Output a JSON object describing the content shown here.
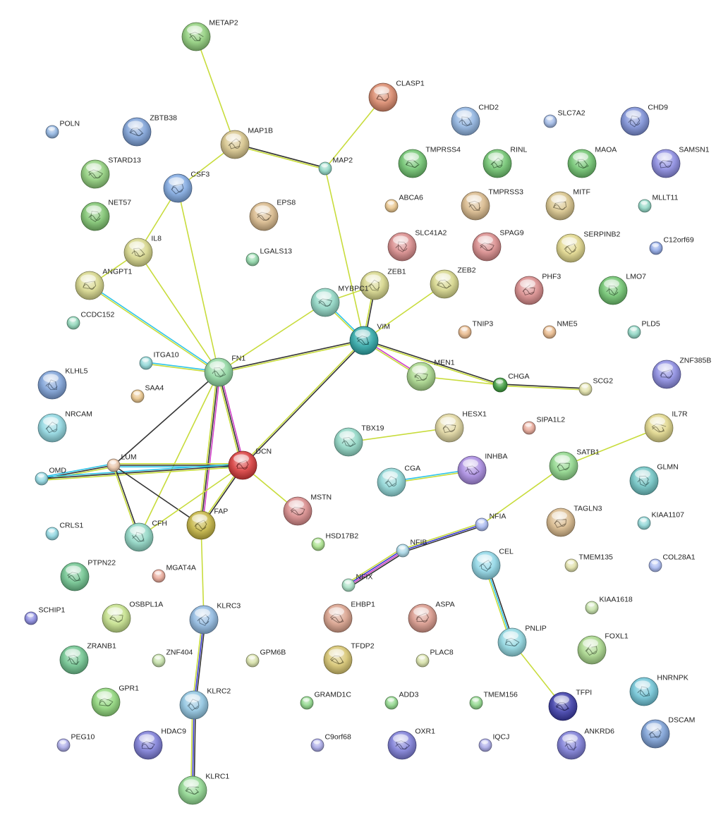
{
  "nodes": [
    {
      "id": "METAP2",
      "label": "METAP2",
      "color": "#8fce7a",
      "size": "large",
      "structure": true
    },
    {
      "id": "CLASP1",
      "label": "CLASP1",
      "color": "#d9886a",
      "size": "large",
      "structure": true
    },
    {
      "id": "POLN",
      "label": "POLN",
      "color": "#8fb3e0",
      "size": "small",
      "structure": false
    },
    {
      "id": "ZBTB38",
      "label": "ZBTB38",
      "color": "#7b9fd6",
      "size": "large",
      "structure": true
    },
    {
      "id": "MAP1B",
      "label": "MAP1B",
      "color": "#d6c48a",
      "size": "large",
      "structure": true
    },
    {
      "id": "CHD2",
      "label": "CHD2",
      "color": "#8fb3e0",
      "size": "large",
      "structure": true
    },
    {
      "id": "SLC7A2",
      "label": "SLC7A2",
      "color": "#9fb8e6",
      "size": "small",
      "structure": false
    },
    {
      "id": "CHD9",
      "label": "CHD9",
      "color": "#7b8fd6",
      "size": "large",
      "structure": true
    },
    {
      "id": "STARD13",
      "label": "STARD13",
      "color": "#8fce7a",
      "size": "large",
      "structure": true
    },
    {
      "id": "CSF3",
      "label": "CSF3",
      "color": "#7fa8e0",
      "size": "large",
      "structure": true
    },
    {
      "id": "MAP2",
      "label": "MAP2",
      "color": "#8fd6c4",
      "size": "small",
      "structure": false
    },
    {
      "id": "TMPRSS4",
      "label": "TMPRSS4",
      "color": "#6fc46f",
      "size": "large",
      "structure": true
    },
    {
      "id": "RINL",
      "label": "RINL",
      "color": "#6fc46f",
      "size": "large",
      "structure": true
    },
    {
      "id": "MAOA",
      "label": "MAOA",
      "color": "#6fc46f",
      "size": "large",
      "structure": true
    },
    {
      "id": "SAMSN1",
      "label": "SAMSN1",
      "color": "#8a8ae0",
      "size": "large",
      "structure": true
    },
    {
      "id": "NET57",
      "label": "NET57",
      "color": "#7ec46f",
      "size": "large",
      "structure": true
    },
    {
      "id": "EPS8",
      "label": "EPS8",
      "color": "#d8b88a",
      "size": "large",
      "structure": true
    },
    {
      "id": "ABCA6",
      "label": "ABCA6",
      "color": "#e8c48a",
      "size": "small",
      "structure": false
    },
    {
      "id": "TMPRSS3",
      "label": "TMPRSS3",
      "color": "#d8b88a",
      "size": "large",
      "structure": true
    },
    {
      "id": "MITF",
      "label": "MITF",
      "color": "#d8c48a",
      "size": "large",
      "structure": true
    },
    {
      "id": "MLLT11",
      "label": "MLLT11",
      "color": "#8fd6c4",
      "size": "small",
      "structure": false
    },
    {
      "id": "IL8",
      "label": "IL8",
      "color": "#d6d68a",
      "size": "large",
      "structure": true
    },
    {
      "id": "LGALS13",
      "label": "LGALS13",
      "color": "#8fd6a8",
      "size": "small",
      "structure": false
    },
    {
      "id": "SLC41A2",
      "label": "SLC41A2",
      "color": "#d88a8a",
      "size": "large",
      "structure": true
    },
    {
      "id": "SPAG9",
      "label": "SPAG9",
      "color": "#d88a8a",
      "size": "large",
      "structure": true
    },
    {
      "id": "SERPINB2",
      "label": "SERPINB2",
      "color": "#e0d68a",
      "size": "large",
      "structure": true
    },
    {
      "id": "C12orf69",
      "label": "C12orf69",
      "color": "#8fa8e6",
      "size": "small",
      "structure": false
    },
    {
      "id": "ANGPT1",
      "label": "ANGPT1",
      "color": "#d6d68a",
      "size": "large",
      "structure": true
    },
    {
      "id": "ZEB1",
      "label": "ZEB1",
      "color": "#d6d68a",
      "size": "large",
      "structure": true
    },
    {
      "id": "ZEB2",
      "label": "ZEB2",
      "color": "#d6d68a",
      "size": "large",
      "structure": true
    },
    {
      "id": "PHF3",
      "label": "PHF3",
      "color": "#d88a8a",
      "size": "large",
      "structure": true
    },
    {
      "id": "LMO7",
      "label": "LMO7",
      "color": "#6fc46f",
      "size": "large",
      "structure": true
    },
    {
      "id": "MYBPC1",
      "label": "MYBPC1",
      "color": "#8fd6c4",
      "size": "large",
      "structure": true
    },
    {
      "id": "CCDC152",
      "label": "CCDC152",
      "color": "#8fd6b8",
      "size": "small",
      "structure": false
    },
    {
      "id": "VIM",
      "label": "VIM",
      "color": "#2ea8a8",
      "size": "large",
      "structure": true
    },
    {
      "id": "TNIP3",
      "label": "TNIP3",
      "color": "#e8b88a",
      "size": "small",
      "structure": false
    },
    {
      "id": "NME5",
      "label": "NME5",
      "color": "#e8b88a",
      "size": "small",
      "structure": false
    },
    {
      "id": "PLD5",
      "label": "PLD5",
      "color": "#8fd6c4",
      "size": "small",
      "structure": false
    },
    {
      "id": "ITGA10",
      "label": "ITGA10",
      "color": "#8fd6d6",
      "size": "small",
      "structure": false
    },
    {
      "id": "FN1",
      "label": "FN1",
      "color": "#8fd6a0",
      "size": "large",
      "structure": true
    },
    {
      "id": "MEN1",
      "label": "MEN1",
      "color": "#a8d68a",
      "size": "large",
      "structure": true
    },
    {
      "id": "CHGA",
      "label": "CHGA",
      "color": "#3a9a3a",
      "size": "medium",
      "structure": false
    },
    {
      "id": "SCG2",
      "label": "SCG2",
      "color": "#e0e0a8",
      "size": "small",
      "structure": false
    },
    {
      "id": "ZNF385B",
      "label": "ZNF385B",
      "color": "#8a8ae0",
      "size": "large",
      "structure": true
    },
    {
      "id": "KLHL5",
      "label": "KLHL5",
      "color": "#7b9fd6",
      "size": "large",
      "structure": true
    },
    {
      "id": "SAA4",
      "label": "SAA4",
      "color": "#e8c48a",
      "size": "small",
      "structure": false
    },
    {
      "id": "NRCAM",
      "label": "NRCAM",
      "color": "#8fd6e0",
      "size": "large",
      "structure": true
    },
    {
      "id": "TBX19",
      "label": "TBX19",
      "color": "#8fd6c4",
      "size": "large",
      "structure": true
    },
    {
      "id": "HESX1",
      "label": "HESX1",
      "color": "#e0d6a0",
      "size": "large",
      "structure": true
    },
    {
      "id": "SIPA1L2",
      "label": "SIPA1L2",
      "color": "#e8a898",
      "size": "small",
      "structure": false
    },
    {
      "id": "IL7R",
      "label": "IL7R",
      "color": "#e0d68a",
      "size": "large",
      "structure": true
    },
    {
      "id": "DCN",
      "label": "DCN",
      "color": "#d83a3a",
      "size": "large",
      "structure": true
    },
    {
      "id": "LUM",
      "label": "LUM",
      "color": "#e8c4a8",
      "size": "small",
      "structure": false
    },
    {
      "id": "OMD",
      "label": "OMD",
      "color": "#8fd6e0",
      "size": "small",
      "structure": false
    },
    {
      "id": "CGA",
      "label": "CGA",
      "color": "#8fd6d6",
      "size": "large",
      "structure": true
    },
    {
      "id": "INHBA",
      "label": "INHBA",
      "color": "#a88ae0",
      "size": "large",
      "structure": true
    },
    {
      "id": "SATB1",
      "label": "SATB1",
      "color": "#8fd68a",
      "size": "large",
      "structure": true
    },
    {
      "id": "GLMN",
      "label": "GLMN",
      "color": "#6fc4c4",
      "size": "large",
      "structure": true
    },
    {
      "id": "MSTN",
      "label": "MSTN",
      "color": "#d88a8a",
      "size": "large",
      "structure": true
    },
    {
      "id": "FAP",
      "label": "FAP",
      "color": "#c4b440",
      "size": "large",
      "structure": true
    },
    {
      "id": "CFH",
      "label": "CFH",
      "color": "#8fd6c4",
      "size": "large",
      "structure": true
    },
    {
      "id": "CRLS1",
      "label": "CRLS1",
      "color": "#8fd6e0",
      "size": "small",
      "structure": false
    },
    {
      "id": "HSD17B2",
      "label": "HSD17B2",
      "color": "#a8e08a",
      "size": "small",
      "structure": false
    },
    {
      "id": "NFIA",
      "label": "NFIA",
      "color": "#a8b8f0",
      "size": "small",
      "structure": false
    },
    {
      "id": "TAGLN3",
      "label": "TAGLN3",
      "color": "#d8b88a",
      "size": "large",
      "structure": true
    },
    {
      "id": "KIAA1107",
      "label": "KIAA1107",
      "color": "#8fd6d6",
      "size": "small",
      "structure": false
    },
    {
      "id": "NFIB",
      "label": "NFIB",
      "color": "#a8d6e6",
      "size": "small",
      "structure": false
    },
    {
      "id": "CEL",
      "label": "CEL",
      "color": "#8fd6e6",
      "size": "large",
      "structure": true
    },
    {
      "id": "PTPN22",
      "label": "PTPN22",
      "color": "#6fc48f",
      "size": "large",
      "structure": true
    },
    {
      "id": "MGAT4A",
      "label": "MGAT4A",
      "color": "#e8a898",
      "size": "small",
      "structure": false
    },
    {
      "id": "TMEM135",
      "label": "TMEM135",
      "color": "#e0e0a8",
      "size": "small",
      "structure": false
    },
    {
      "id": "COL28A1",
      "label": "COL28A1",
      "color": "#a8b8f0",
      "size": "small",
      "structure": false
    },
    {
      "id": "NFIX",
      "label": "NFIX",
      "color": "#a8e0c4",
      "size": "small",
      "structure": false
    },
    {
      "id": "SCHIP1",
      "label": "SCHIP1",
      "color": "#8a8ae0",
      "size": "small",
      "structure": false
    },
    {
      "id": "OSBPL1A",
      "label": "OSBPL1A",
      "color": "#c4e08a",
      "size": "large",
      "structure": true
    },
    {
      "id": "KLRC3",
      "label": "KLRC3",
      "color": "#8fb8e0",
      "size": "large",
      "structure": true
    },
    {
      "id": "EHBP1",
      "label": "EHBP1",
      "color": "#d8a08a",
      "size": "large",
      "structure": true
    },
    {
      "id": "ASPA",
      "label": "ASPA",
      "color": "#d8988a",
      "size": "large",
      "structure": true
    },
    {
      "id": "KIAA1618",
      "label": "KIAA1618",
      "color": "#c4e0a8",
      "size": "small",
      "structure": false
    },
    {
      "id": "PNLIP",
      "label": "PNLIP",
      "color": "#8fd6e0",
      "size": "large",
      "structure": true
    },
    {
      "id": "FOXL1",
      "label": "FOXL1",
      "color": "#a8d68a",
      "size": "large",
      "structure": true
    },
    {
      "id": "ZRANB1",
      "label": "ZRANB1",
      "color": "#6fc48f",
      "size": "large",
      "structure": true
    },
    {
      "id": "ZNF404",
      "label": "ZNF404",
      "color": "#c4e0a8",
      "size": "small",
      "structure": false
    },
    {
      "id": "GPM6B",
      "label": "GPM6B",
      "color": "#d6e0a8",
      "size": "small",
      "structure": false
    },
    {
      "id": "TFDP2",
      "label": "TFDP2",
      "color": "#d6c46f",
      "size": "large",
      "structure": true
    },
    {
      "id": "PLAC8",
      "label": "PLAC8",
      "color": "#d6e0a8",
      "size": "small",
      "structure": false
    },
    {
      "id": "HNRNPK",
      "label": "HNRNPK",
      "color": "#6fc4d6",
      "size": "large",
      "structure": true
    },
    {
      "id": "GPR1",
      "label": "GPR1",
      "color": "#8fd67a",
      "size": "large",
      "structure": true
    },
    {
      "id": "KLRC2",
      "label": "KLRC2",
      "color": "#8fc4e0",
      "size": "large",
      "structure": true
    },
    {
      "id": "GRAMD1C",
      "label": "GRAMD1C",
      "color": "#8fd68a",
      "size": "small",
      "structure": false
    },
    {
      "id": "ADD3",
      "label": "ADD3",
      "color": "#8fd68a",
      "size": "small",
      "structure": false
    },
    {
      "id": "TMEM156",
      "label": "TMEM156",
      "color": "#8fd68a",
      "size": "small",
      "structure": false
    },
    {
      "id": "TFPI",
      "label": "TFPI",
      "color": "#3a3aa8",
      "size": "large",
      "structure": true
    },
    {
      "id": "DSCAM",
      "label": "DSCAM",
      "color": "#7b9fd6",
      "size": "large",
      "structure": true
    },
    {
      "id": "PEG10",
      "label": "PEG10",
      "color": "#a8a8e6",
      "size": "small",
      "structure": false
    },
    {
      "id": "HDAC9",
      "label": "HDAC9",
      "color": "#7b7bd6",
      "size": "large",
      "structure": true
    },
    {
      "id": "C9orf68",
      "label": "C9orf68",
      "color": "#a8a8e6",
      "size": "small",
      "structure": false
    },
    {
      "id": "OXR1",
      "label": "OXR1",
      "color": "#7b7bd6",
      "size": "large",
      "structure": true
    },
    {
      "id": "IQCJ",
      "label": "IQCJ",
      "color": "#a8a8e6",
      "size": "small",
      "structure": false
    },
    {
      "id": "ANKRD6",
      "label": "ANKRD6",
      "color": "#7b7bd6",
      "size": "large",
      "structure": true
    },
    {
      "id": "KLRC1",
      "label": "KLRC1",
      "color": "#8fd68f",
      "size": "large",
      "structure": true
    }
  ],
  "edges": [
    {
      "source": "METAP2",
      "target": "MAP1B",
      "evidence": [
        "textmining"
      ]
    },
    {
      "source": "MAP1B",
      "target": "MAP2",
      "evidence": [
        "coexpression",
        "textmining"
      ]
    },
    {
      "source": "CLASP1",
      "target": "MAP2",
      "evidence": [
        "textmining"
      ]
    },
    {
      "source": "MAP1B",
      "target": "CSF3",
      "evidence": [
        "textmining"
      ]
    },
    {
      "source": "MAP2",
      "target": "VIM",
      "evidence": [
        "textmining"
      ]
    },
    {
      "source": "CSF3",
      "target": "IL8",
      "evidence": [
        "textmining"
      ]
    },
    {
      "source": "CSF3",
      "target": "FN1",
      "evidence": [
        "textmining"
      ]
    },
    {
      "source": "IL8",
      "target": "ANGPT1",
      "evidence": [
        "textmining"
      ]
    },
    {
      "source": "IL8",
      "target": "FN1",
      "evidence": [
        "textmining"
      ]
    },
    {
      "source": "ANGPT1",
      "target": "FN1",
      "evidence": [
        "database",
        "textmining"
      ]
    },
    {
      "source": "ITGA10",
      "target": "FN1",
      "evidence": [
        "database",
        "textmining"
      ]
    },
    {
      "source": "FN1",
      "target": "MYBPC1",
      "evidence": [
        "textmining"
      ]
    },
    {
      "source": "FN1",
      "target": "VIM",
      "evidence": [
        "coexpression",
        "textmining"
      ]
    },
    {
      "source": "MYBPC1",
      "target": "ZEB1",
      "evidence": [
        "textmining"
      ]
    },
    {
      "source": "MYBPC1",
      "target": "VIM",
      "evidence": [
        "database",
        "textmining"
      ]
    },
    {
      "source": "ZEB1",
      "target": "VIM",
      "evidence": [
        "coexpression",
        "textmining"
      ]
    },
    {
      "source": "ZEB2",
      "target": "VIM",
      "evidence": [
        "textmining"
      ]
    },
    {
      "source": "VIM",
      "target": "MEN1",
      "evidence": [
        "experimental",
        "textmining"
      ]
    },
    {
      "source": "VIM",
      "target": "CHGA",
      "evidence": [
        "coexpression",
        "textmining"
      ]
    },
    {
      "source": "MEN1",
      "target": "CHGA",
      "evidence": [
        "textmining"
      ]
    },
    {
      "source": "CHGA",
      "target": "SCG2",
      "evidence": [
        "coexpression",
        "textmining"
      ]
    },
    {
      "source": "VIM",
      "target": "DCN",
      "evidence": [
        "coexpression",
        "textmining"
      ]
    },
    {
      "source": "FN1",
      "target": "DCN",
      "evidence": [
        "experimental",
        "coexpression",
        "textmining"
      ]
    },
    {
      "source": "FN1",
      "target": "LUM",
      "evidence": [
        "coexpression"
      ]
    },
    {
      "source": "FN1",
      "target": "FAP",
      "evidence": [
        "experimental",
        "coexpression",
        "textmining"
      ]
    },
    {
      "source": "FN1",
      "target": "CFH",
      "evidence": [
        "textmining"
      ]
    },
    {
      "source": "DCN",
      "target": "LUM",
      "evidence": [
        "database",
        "coexpression",
        "textmining"
      ]
    },
    {
      "source": "OMD",
      "target": "LUM",
      "evidence": [
        "database",
        "coexpression",
        "textmining"
      ]
    },
    {
      "source": "OMD",
      "target": "DCN",
      "evidence": [
        "database",
        "coexpression",
        "textmining"
      ]
    },
    {
      "source": "LUM",
      "target": "CFH",
      "evidence": [
        "coexpression",
        "textmining"
      ]
    },
    {
      "source": "LUM",
      "target": "FAP",
      "evidence": [
        "coexpression"
      ]
    },
    {
      "source": "DCN",
      "target": "FAP",
      "evidence": [
        "coexpression",
        "textmining"
      ]
    },
    {
      "source": "DCN",
      "target": "CFH",
      "evidence": [
        "textmining"
      ]
    },
    {
      "source": "DCN",
      "target": "MSTN",
      "evidence": [
        "textmining"
      ]
    },
    {
      "source": "FAP",
      "target": "KLRC3",
      "evidence": [
        "textmining"
      ]
    },
    {
      "source": "KLRC3",
      "target": "KLRC2",
      "evidence": [
        "coexpression",
        "homology",
        "textmining"
      ]
    },
    {
      "source": "KLRC2",
      "target": "KLRC1",
      "evidence": [
        "coexpression",
        "homology",
        "textmining"
      ]
    },
    {
      "source": "TBX19",
      "target": "HESX1",
      "evidence": [
        "textmining"
      ]
    },
    {
      "source": "CGA",
      "target": "INHBA",
      "evidence": [
        "database",
        "textmining"
      ]
    },
    {
      "source": "IL7R",
      "target": "SATB1",
      "evidence": [
        "textmining"
      ]
    },
    {
      "source": "SATB1",
      "target": "NFIA",
      "evidence": [
        "textmining"
      ]
    },
    {
      "source": "NFIA",
      "target": "NFIB",
      "evidence": [
        "coexpression",
        "homology",
        "textmining"
      ]
    },
    {
      "source": "NFIB",
      "target": "NFIX",
      "evidence": [
        "coexpression",
        "experimental",
        "homology",
        "textmining"
      ]
    },
    {
      "source": "CEL",
      "target": "PNLIP",
      "evidence": [
        "coexpression",
        "database",
        "textmining"
      ]
    },
    {
      "source": "PNLIP",
      "target": "TFPI",
      "evidence": [
        "textmining"
      ]
    }
  ],
  "evidence_colors": {
    "textmining": "#c8dc3c",
    "coexpression": "#333333",
    "database": "#30c4e8",
    "experimental": "#d040c8",
    "homology": "#3a3ad0"
  }
}
